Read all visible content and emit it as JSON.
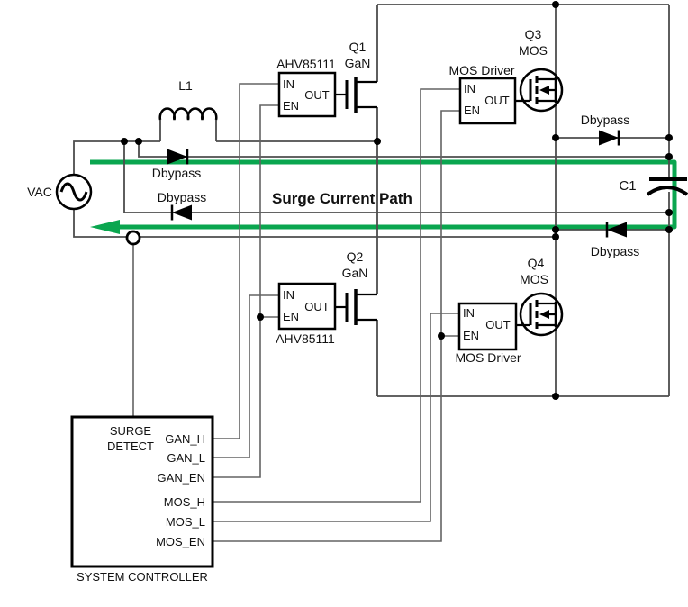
{
  "surge_path": {
    "label": "Surge Current Path"
  },
  "source": {
    "label": "VAC"
  },
  "inductor": {
    "label": "L1"
  },
  "capacitor": {
    "label": "C1"
  },
  "bypass_diode_label": "Dbypass",
  "gan_driver_label": "AHV85111",
  "mos_driver_label": "MOS Driver",
  "pins": {
    "in": "IN",
    "en": "EN",
    "out": "OUT"
  },
  "transistors": {
    "q1": {
      "ref": "Q1",
      "type": "GaN"
    },
    "q2": {
      "ref": "Q2",
      "type": "GaN"
    },
    "q3": {
      "ref": "Q3",
      "type": "MOS"
    },
    "q4": {
      "ref": "Q4",
      "type": "MOS"
    }
  },
  "controller": {
    "title": "SYSTEM CONTROLLER",
    "block_label_line1": "SURGE",
    "block_label_line2": "DETECT",
    "outputs": [
      "GAN_H",
      "GAN_L",
      "GAN_EN",
      "MOS_H",
      "MOS_L",
      "MOS_EN"
    ]
  },
  "colors": {
    "surge_green": "#0AA64F",
    "wire_gray": "#4d4d4d",
    "symbol_black": "#000000"
  }
}
